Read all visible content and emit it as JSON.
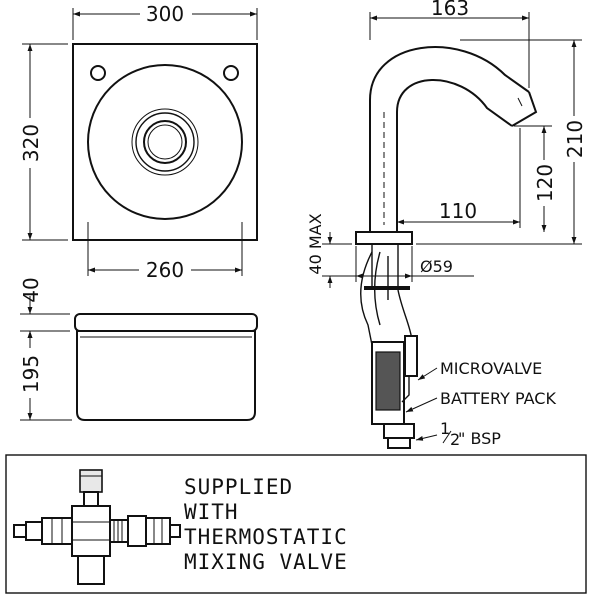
{
  "basin_top_view": {
    "width_label": "300",
    "height_label": "320",
    "bowl_width_label": "260"
  },
  "basin_side_view": {
    "rim_label": "40",
    "body_height_label": "195"
  },
  "tap_side_view": {
    "reach_label": "163",
    "overall_height_label": "210",
    "outlet_height_label": "120",
    "spout_reach_label": "110",
    "deck_thickness_label": "40 MAX",
    "diameter_label": "Ø59"
  },
  "callouts": {
    "microvalve": "MICROVALVE",
    "battery_pack": "BATTERY PACK",
    "bsp_fraction_num": "1",
    "bsp_fraction_den": "2",
    "bsp_suffix": "\" BSP"
  },
  "supplied_note": {
    "line1": "SUPPLIED",
    "line2": "WITH",
    "line3": "THERMOSTATIC",
    "line4": "MIXING VALVE"
  },
  "colors": {
    "line": "#111111",
    "background": "#ffffff"
  }
}
